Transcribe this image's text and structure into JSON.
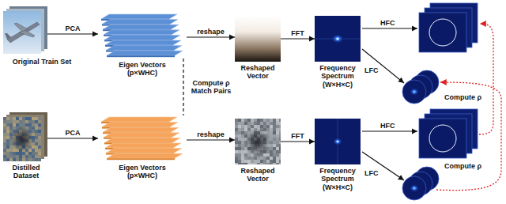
{
  "diagram": {
    "nodes": [
      {
        "text": [
          "Original Train Set"
        ]
      },
      {
        "text": [
          "Eigen Vectors",
          "(p×WHC)"
        ]
      },
      {
        "text": [
          "Reshaped Vector"
        ]
      },
      {
        "text": [
          "Frequency Spectrum",
          "(W×H×C)"
        ]
      },
      {
        "text": [
          "Distilled Dataset"
        ]
      },
      {
        "text": [
          "Eigen Vectors",
          "(p×WHC)"
        ]
      },
      {
        "text": [
          "Reshaped Vector"
        ]
      },
      {
        "text": [
          "Frequency Spectrum",
          "(W×H×C)"
        ]
      }
    ],
    "edges": [
      {
        "from": 0,
        "to": 1,
        "arrow": "to",
        "label": "PCA"
      },
      {
        "from": 1,
        "to": 2,
        "arrow": "to",
        "label": "reshape"
      },
      {
        "from": 2,
        "to": 3,
        "arrow": "to",
        "label": "FFT"
      },
      {
        "from": 4,
        "to": 5,
        "arrow": "to",
        "label": "PCA"
      },
      {
        "from": 5,
        "to": 6,
        "arrow": "to",
        "label": "reshape"
      },
      {
        "from": 6,
        "to": 7,
        "arrow": "to",
        "label": "FFT"
      },
      {
        "from": 1,
        "to": 5,
        "arrow": "none",
        "label": "Compute ρ Match Pairs"
      }
    ],
    "labels": [
      "HFC",
      "LFC",
      "HFC",
      "LFC",
      "Compute ρ",
      "Compute ρ"
    ]
  }
}
